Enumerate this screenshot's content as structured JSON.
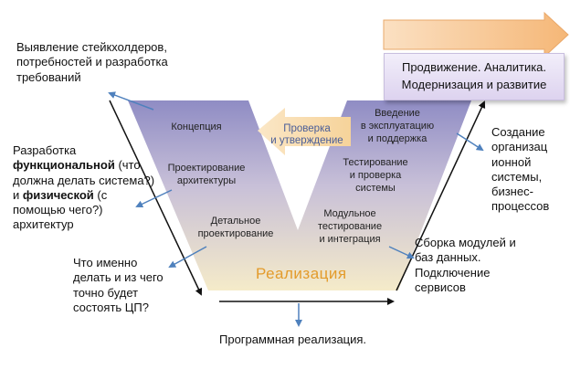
{
  "diagram": {
    "top_banner": {
      "line1": "Продвижение. Аналитика.",
      "line2": "Модернизация и развитие"
    },
    "check_arrow_label": "Проверка\nи утверждение",
    "left_stages": [
      "Концепция",
      "Проектирование\nархитектуры",
      "Детальное\nпроектирование"
    ],
    "right_stages": [
      "Введение\nв эксплуатацию\nи поддержка",
      "Тестирование\nи проверка\nсистемы",
      "Модульное\nтестирование\nи интеграция"
    ],
    "bottom_stage": "Реализация",
    "notes": {
      "requirements": "Выявление стейкхолдеров,\nпотребностей и разработка\nтребований",
      "architecture_line1": "Разработка",
      "architecture_bold1": "функциональной",
      "architecture_mid1": " (что\nдолжна делать система?)\nи ",
      "architecture_bold2": "физической",
      "architecture_tail": " (с\nпомощью чего?)\nархитектур",
      "detailed": "Что именно\nделать и из чего\nточно будет\nсостоять ЦП?",
      "implementation": "Программная реализация.",
      "integration": "Сборка модулей и\nбаз данных.\nПодключение\nсервисов",
      "organization": "Создание\nорганизац\nионной\nсистемы,\nбизнес-\nпроцессов"
    },
    "colors": {
      "v_top": "#8f8cc4",
      "v_bottom": "#f4e9c8",
      "check_arrow": "#f8d9a6",
      "top_arrow": "#f7c08a",
      "pointer": "#4f81bd",
      "realize_text": "#e39b2b"
    }
  }
}
